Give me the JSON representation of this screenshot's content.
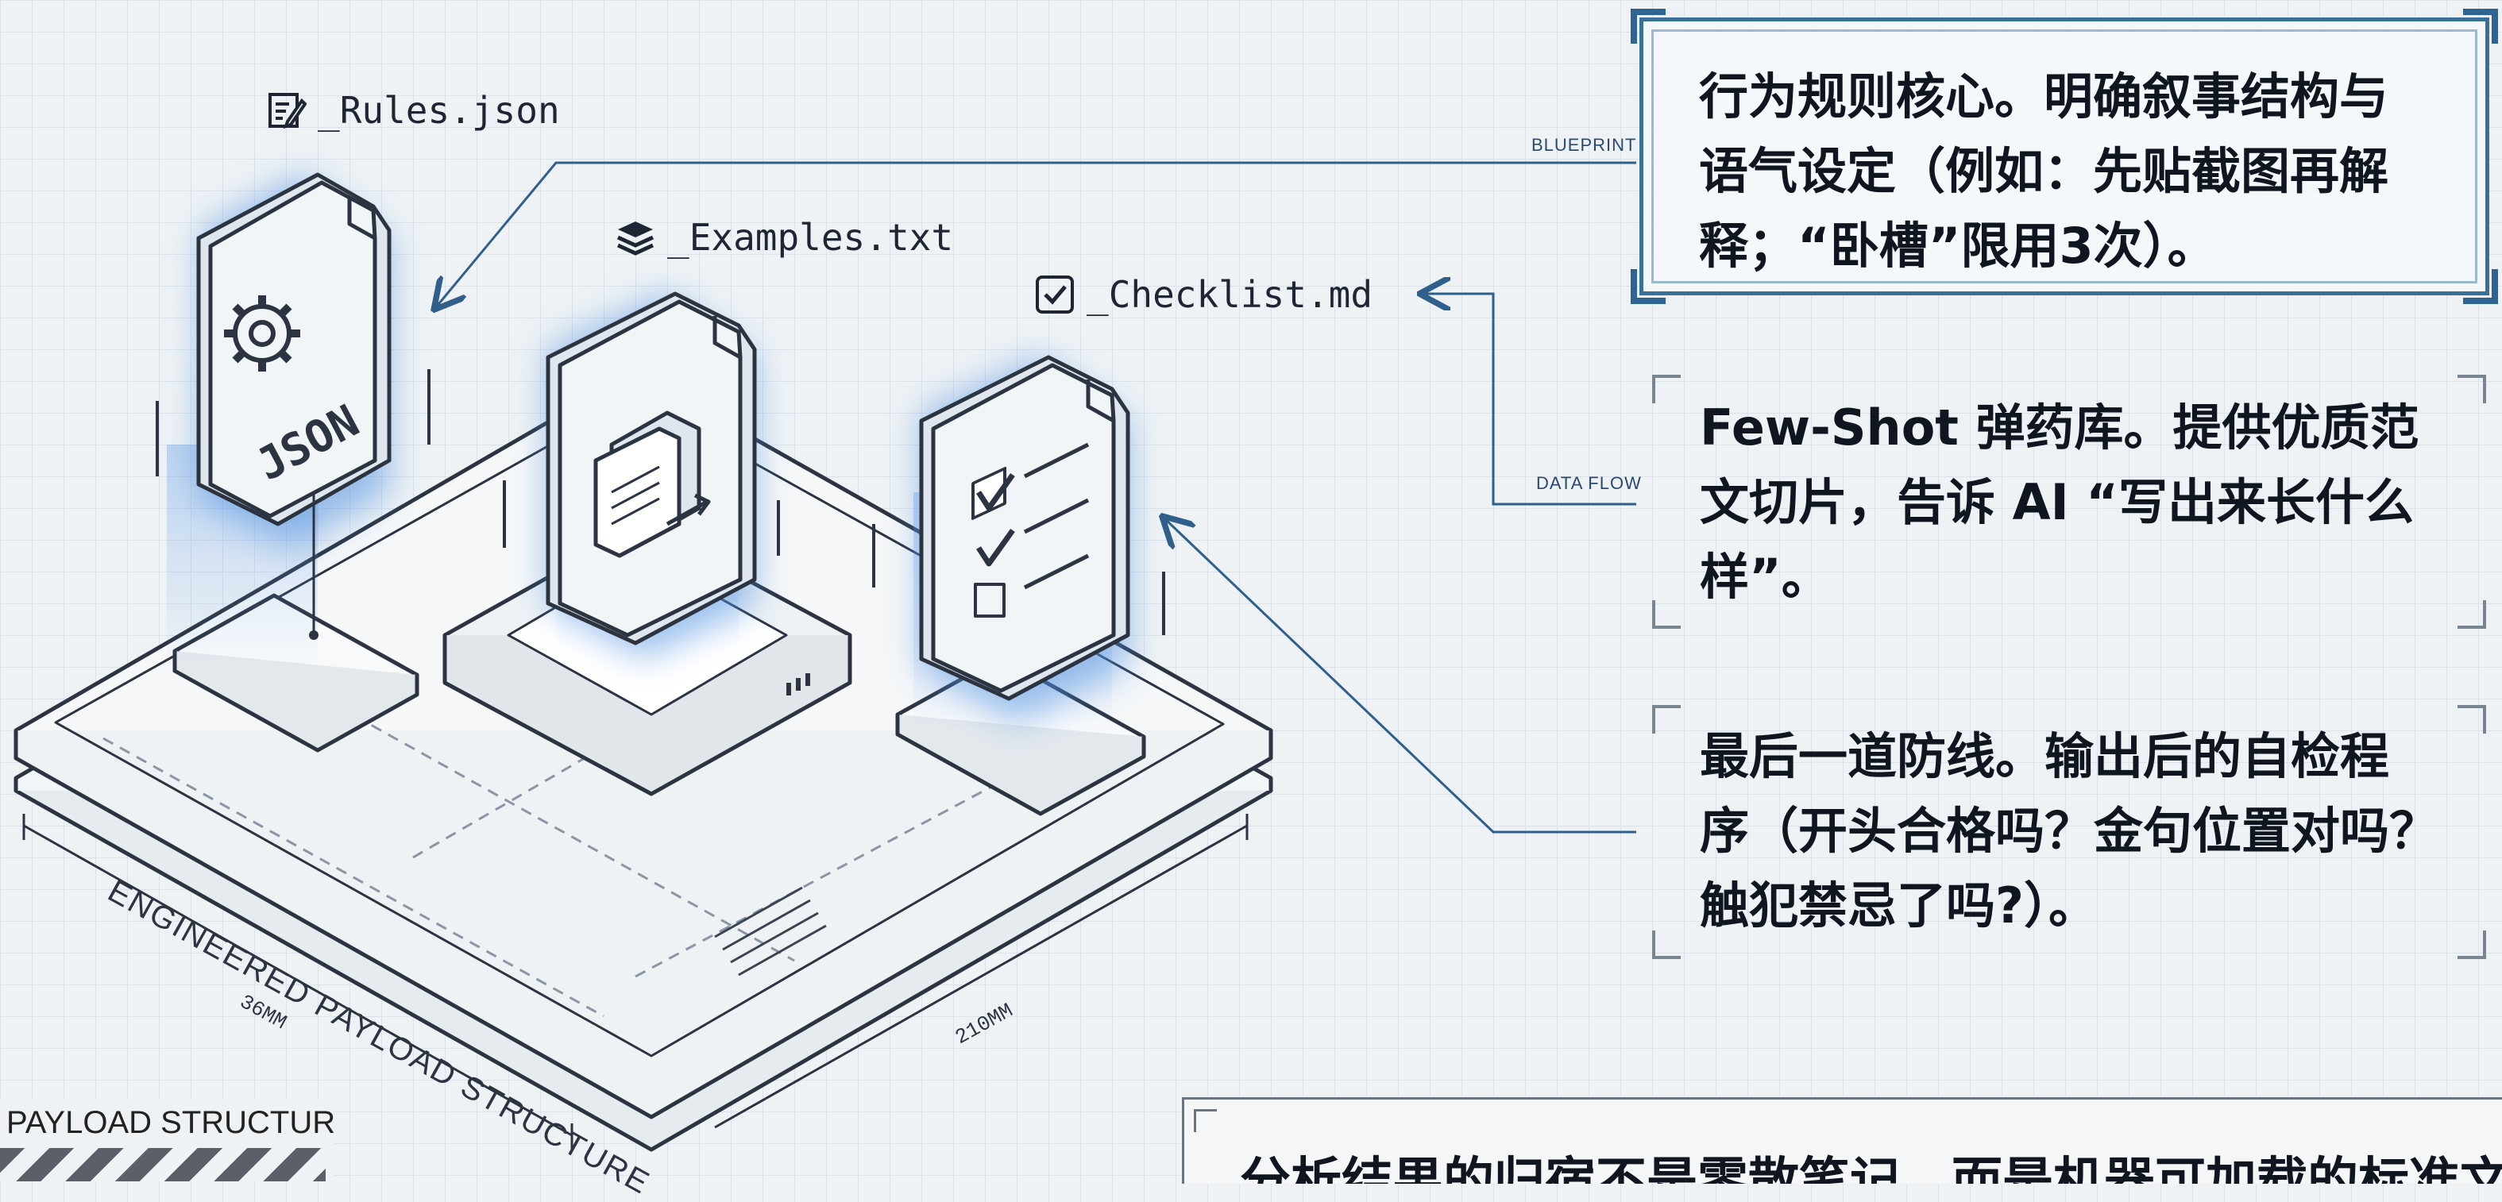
{
  "files": {
    "rules": {
      "label": "_Rules.json",
      "icon": "edit-icon",
      "doc_text": "JSON"
    },
    "examples": {
      "label": "_Examples.txt",
      "icon": "stack-icon"
    },
    "checklist": {
      "label": "_Checklist.md",
      "icon": "checkbox-icon"
    }
  },
  "platform": {
    "title": "ENGINEERED PAYLOAD STRUCTURE",
    "dim_left": "36MM",
    "dim_right": "210MM"
  },
  "arrow_tags": {
    "blueprint": "BLUEPRINT",
    "data_flow": "DATA FLOW"
  },
  "callouts": {
    "rules": {
      "lines": [
        "行为规则核心。明确叙事结构与",
        "语气设定（例如：先贴截图再解",
        "释；“卧槽”限用3次）。"
      ]
    },
    "examples": {
      "lines": [
        "Few-Shot 弹药库。提供优质范",
        "文切片，告诉 AI “写出来长什么",
        "样”。"
      ]
    },
    "checklist": {
      "lines": [
        "最后一道防线。输出后的自检程",
        "序（开头合格吗？金句位置对吗？",
        "触犯禁忌了吗?）。"
      ]
    }
  },
  "footer": {
    "text": "分析结果的归宿不是零散笔记，而是机器可加载的标准文"
  },
  "corner_tag": {
    "label": "PAYLOAD STRUCTURE"
  },
  "colors": {
    "accent": "#3a6f98",
    "glow": "#4d8fe0",
    "line": "#2f5f8a",
    "ink": "#1b2230"
  }
}
